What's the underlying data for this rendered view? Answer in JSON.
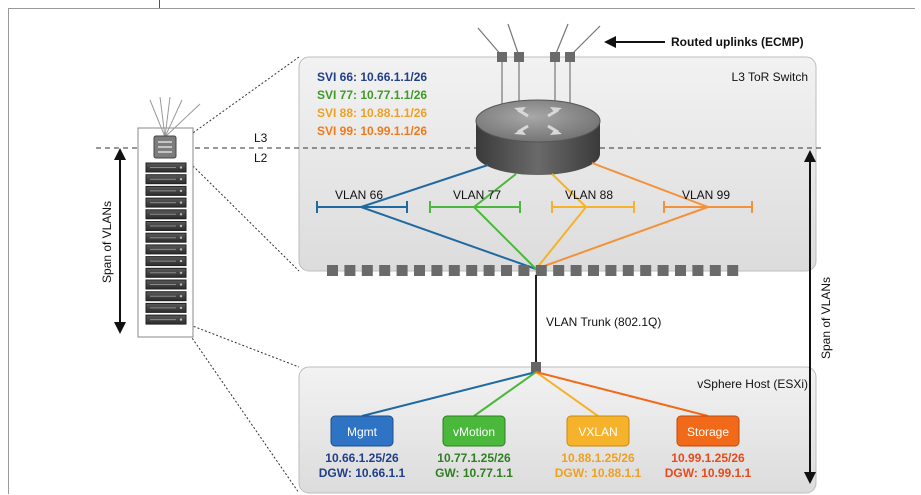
{
  "labels": {
    "routed_uplinks": "Routed uplinks (ECMP)",
    "l3_tor_switch": "L3 ToR Switch",
    "l3": "L3",
    "l2": "L2",
    "span_left": "Span of VLANs",
    "span_right": "Span of VLANs",
    "vlan_trunk": "VLAN Trunk (802.1Q)",
    "vsphere_host": "vSphere Host (ESXi)"
  },
  "svis": [
    {
      "text": "SVI 66: 10.66.1.1/26",
      "color": "#1f3f8a"
    },
    {
      "text": "SVI 77: 10.77.1.1/26",
      "color": "#3f9a2a"
    },
    {
      "text": "SVI 88: 10.88.1.1/26",
      "color": "#f0a020"
    },
    {
      "text": "SVI 99: 10.99.1.1/26",
      "color": "#f07a1a"
    }
  ],
  "vlans": [
    {
      "label": "VLAN 66",
      "color": "#1f6aa0"
    },
    {
      "label": "VLAN 77",
      "color": "#4ab83a"
    },
    {
      "label": "VLAN 88",
      "color": "#f5b22a"
    },
    {
      "label": "VLAN 99",
      "color": "#f3923a"
    }
  ],
  "portgroups": [
    {
      "name": "Mgmt",
      "ip": "10.66.1.25/26",
      "gw": "DGW: 10.66.1.1",
      "box": "#2f73c4",
      "text": "#1f3f8a"
    },
    {
      "name": "vMotion",
      "ip": "10.77.1.25/26",
      "gw": "GW: 10.77.1.1",
      "box": "#4ab83a",
      "text": "#2f7f22"
    },
    {
      "name": "VXLAN",
      "ip": "10.88.1.25/26",
      "gw": "DGW: 10.88.1.1",
      "box": "#f5b22a",
      "text": "#f0a020"
    },
    {
      "name": "Storage",
      "ip": "10.99.1.25/26",
      "gw": "DGW: 10.99.1.1",
      "box": "#f06a1a",
      "text": "#e84a1a"
    }
  ]
}
